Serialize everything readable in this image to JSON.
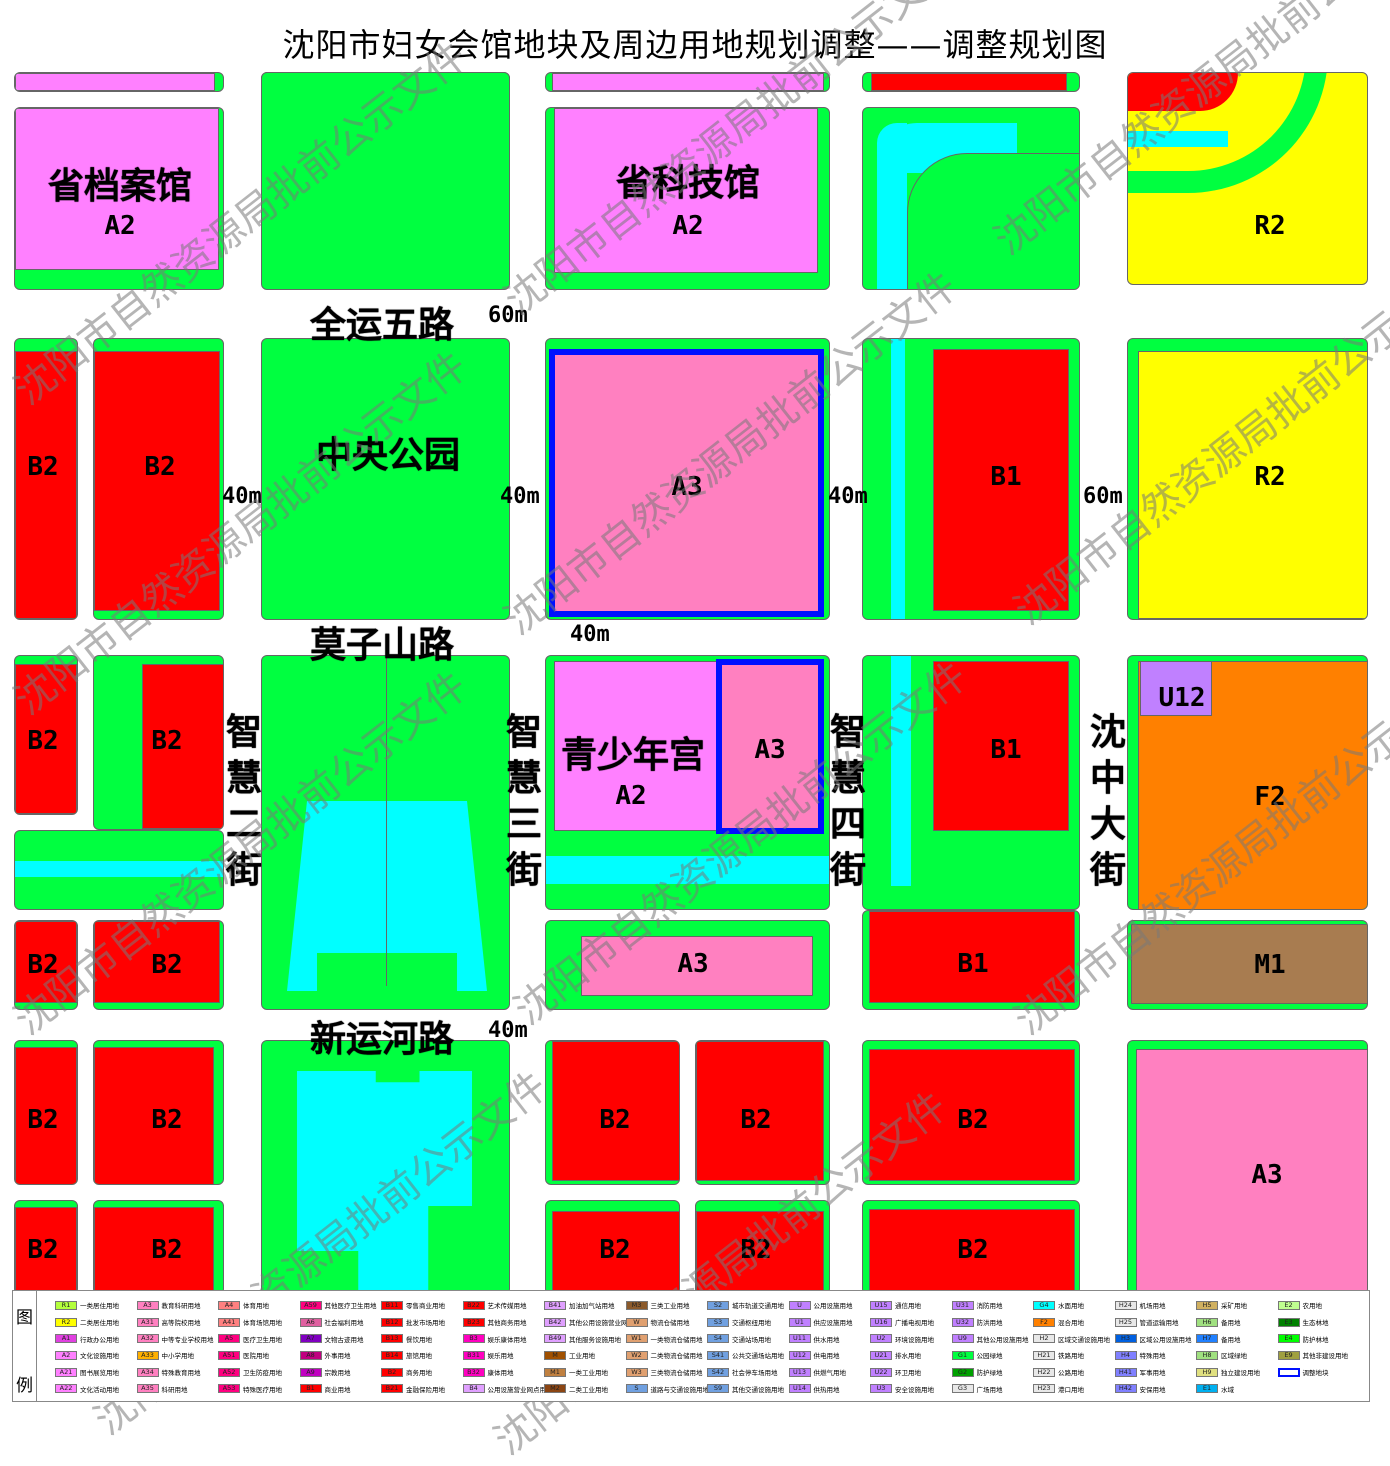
{
  "title": "沈阳市妇女会馆地块及周边用地规划调整——调整规划图",
  "watermark": "沈阳市自然资源局批前公示文件",
  "roads": {
    "quanyun5": "全运五路",
    "mozishan": "莫子山路",
    "xinyunhe": "新运河路",
    "zhihui2": "智慧二街",
    "zhihui3": "智慧三街",
    "zhihui4": "智慧四街",
    "shenzhong": "沈中大街"
  },
  "widths": {
    "quanyun5": "60m",
    "mozishan": "40m",
    "xinyunhe": "40m",
    "zhihui2": "40m",
    "zhihui3": "40m",
    "zhihui4": "40m",
    "shenzhong": "60m"
  },
  "places": {
    "archives": "省档案馆",
    "science": "省科技馆",
    "park": "中央公园",
    "youth": "青少年宫"
  },
  "codes": {
    "a2": "A2",
    "a3": "A3",
    "b1": "B1",
    "b2": "B2",
    "r2": "R2",
    "u12": "U12",
    "f2": "F2",
    "m1": "M1"
  },
  "legend": {
    "title_top": "图",
    "title_bottom": "例",
    "items": [
      {
        "code": "R1",
        "label": "一类居住用地",
        "color": "#b4ff3c"
      },
      {
        "code": "R2",
        "label": "二类居住用地",
        "color": "#ffff00"
      },
      {
        "code": "A1",
        "label": "行政办公用地",
        "color": "#e040e0"
      },
      {
        "code": "A2",
        "label": "文化设施用地",
        "color": "#ff80ff"
      },
      {
        "code": "A21",
        "label": "图书展览用地",
        "color": "#ff80ff"
      },
      {
        "code": "A22",
        "label": "文化活动用地",
        "color": "#ff80ff"
      },
      {
        "code": "A3",
        "label": "教育科研用地",
        "color": "#ff80c0"
      },
      {
        "code": "A31",
        "label": "高等院校用地",
        "color": "#ff80c0"
      },
      {
        "code": "A32",
        "label": "中等专业学校用地",
        "color": "#ff80c0"
      },
      {
        "code": "A33",
        "label": "中小学用地",
        "color": "#ffb000"
      },
      {
        "code": "A34",
        "label": "特殊教育用地",
        "color": "#ff80c0"
      },
      {
        "code": "A35",
        "label": "科研用地",
        "color": "#ff80c0"
      },
      {
        "code": "A4",
        "label": "体育用地",
        "color": "#ff8080"
      },
      {
        "code": "A41",
        "label": "体育场馆用地",
        "color": "#ff8080"
      },
      {
        "code": "A5",
        "label": "医疗卫生用地",
        "color": "#ff0080"
      },
      {
        "code": "A51",
        "label": "医院用地",
        "color": "#ff0080"
      },
      {
        "code": "A52",
        "label": "卫生防疫用地",
        "color": "#ff0080"
      },
      {
        "code": "A53",
        "label": "特殊医疗用地",
        "color": "#ff0080"
      },
      {
        "code": "A59",
        "label": "其他医疗卫生用地",
        "color": "#ff0080"
      },
      {
        "code": "A6",
        "label": "社会福利用地",
        "color": "#e060a0"
      },
      {
        "code": "A7",
        "label": "文物古迹用地",
        "color": "#8000c0"
      },
      {
        "code": "A8",
        "label": "外事用地",
        "color": "#c00080"
      },
      {
        "code": "A9",
        "label": "宗教用地",
        "color": "#c000c0"
      },
      {
        "code": "B1",
        "label": "商业用地",
        "color": "#ff0000"
      },
      {
        "code": "B11",
        "label": "零售商业用地",
        "color": "#ff0000"
      },
      {
        "code": "B12",
        "label": "批发市场用地",
        "color": "#ff0000"
      },
      {
        "code": "B13",
        "label": "餐饮用地",
        "color": "#ff0000"
      },
      {
        "code": "B14",
        "label": "旅馆用地",
        "color": "#ff0000"
      },
      {
        "code": "B2",
        "label": "商务用地",
        "color": "#ff0000"
      },
      {
        "code": "B21",
        "label": "金融保险用地",
        "color": "#ff0000"
      },
      {
        "code": "B22",
        "label": "艺术传媒用地",
        "color": "#ff0000"
      },
      {
        "code": "B23",
        "label": "其他商务用地",
        "color": "#ff0000"
      },
      {
        "code": "B3",
        "label": "娱乐康体用地",
        "color": "#ff00c0"
      },
      {
        "code": "B31",
        "label": "娱乐用地",
        "color": "#ff00c0"
      },
      {
        "code": "B32",
        "label": "康体用地",
        "color": "#ff00c0"
      },
      {
        "code": "B4",
        "label": "公用设施营业网点用地",
        "color": "#e0a0ff"
      },
      {
        "code": "B41",
        "label": "加油加气站用地",
        "color": "#e0a0ff"
      },
      {
        "code": "B42",
        "label": "其他公用设施营业网点用地",
        "color": "#e0a0ff"
      },
      {
        "code": "B49",
        "label": "其他服务设施用地",
        "color": "#e0a0ff"
      },
      {
        "code": "M",
        "label": "工业用地",
        "color": "#a05000"
      },
      {
        "code": "M1",
        "label": "一类工业用地",
        "color": "#c08040"
      },
      {
        "code": "M2",
        "label": "二类工业用地",
        "color": "#8b4513"
      },
      {
        "code": "M3",
        "label": "三类工业用地",
        "color": "#8b5a2b"
      },
      {
        "code": "W",
        "label": "物流仓储用地",
        "color": "#e0a070"
      },
      {
        "code": "W1",
        "label": "一类物流仓储用地",
        "color": "#e0a070"
      },
      {
        "code": "W2",
        "label": "二类物流仓储用地",
        "color": "#e0a070"
      },
      {
        "code": "W3",
        "label": "三类物流仓储用地",
        "color": "#e0a070"
      },
      {
        "code": "S",
        "label": "道路与交通设施用地",
        "color": "#70a0e0"
      },
      {
        "code": "S2",
        "label": "城市轨道交通用地",
        "color": "#70a0e0"
      },
      {
        "code": "S3",
        "label": "交通枢纽用地",
        "color": "#70a0e0"
      },
      {
        "code": "S4",
        "label": "交通站场用地",
        "color": "#70a0e0"
      },
      {
        "code": "S41",
        "label": "公共交通场站用地",
        "color": "#70a0e0"
      },
      {
        "code": "S42",
        "label": "社会停车场用地",
        "color": "#70a0e0"
      },
      {
        "code": "S9",
        "label": "其他交通设施用地",
        "color": "#70a0e0"
      },
      {
        "code": "U",
        "label": "公用设施用地",
        "color": "#c080ff"
      },
      {
        "code": "U1",
        "label": "供应设施用地",
        "color": "#c080ff"
      },
      {
        "code": "U11",
        "label": "供水用地",
        "color": "#c080ff"
      },
      {
        "code": "U12",
        "label": "供电用地",
        "color": "#c080ff"
      },
      {
        "code": "U13",
        "label": "供燃气用地",
        "color": "#c080ff"
      },
      {
        "code": "U14",
        "label": "供热用地",
        "color": "#c080ff"
      },
      {
        "code": "U15",
        "label": "通信用地",
        "color": "#c080ff"
      },
      {
        "code": "U16",
        "label": "广播电视用地",
        "color": "#c080ff"
      },
      {
        "code": "U2",
        "label": "环境设施用地",
        "color": "#c080ff"
      },
      {
        "code": "U21",
        "label": "排水用地",
        "color": "#c080ff"
      },
      {
        "code": "U22",
        "label": "环卫用地",
        "color": "#c080ff"
      },
      {
        "code": "U3",
        "label": "安全设施用地",
        "color": "#c080ff"
      },
      {
        "code": "U31",
        "label": "消防用地",
        "color": "#c080ff"
      },
      {
        "code": "U32",
        "label": "防洪用地",
        "color": "#c080ff"
      },
      {
        "code": "U9",
        "label": "其他公用设施用地",
        "color": "#c080ff"
      },
      {
        "code": "G1",
        "label": "公园绿地",
        "color": "#00ff40"
      },
      {
        "code": "G2",
        "label": "防护绿地",
        "color": "#00a000"
      },
      {
        "code": "G3",
        "label": "广场用地",
        "color": "#e8e8e8"
      },
      {
        "code": "G4",
        "label": "水面用地",
        "color": "#00ffff"
      },
      {
        "code": "F2",
        "label": "混合用地",
        "color": "#ff8000"
      },
      {
        "code": "H2",
        "label": "区域交通设施用地",
        "color": "#e8e8e8"
      },
      {
        "code": "H21",
        "label": "铁路用地",
        "color": "#e8e8e8"
      },
      {
        "code": "H22",
        "label": "公路用地",
        "color": "#e8e8e8"
      },
      {
        "code": "H23",
        "label": "港口用地",
        "color": "#e8e8e8"
      },
      {
        "code": "H24",
        "label": "机场用地",
        "color": "#e8e8e8"
      },
      {
        "code": "H25",
        "label": "管道运输用地",
        "color": "#e8e8e8"
      },
      {
        "code": "H3",
        "label": "区域公用设施用地",
        "color": "#0060e0"
      },
      {
        "code": "H4",
        "label": "特殊用地",
        "color": "#8080ff"
      },
      {
        "code": "H41",
        "label": "军事用地",
        "color": "#8080ff"
      },
      {
        "code": "H42",
        "label": "安保用地",
        "color": "#8080ff"
      },
      {
        "code": "H5",
        "label": "采矿用地",
        "color": "#d0b060"
      },
      {
        "code": "H6",
        "label": "备用地",
        "color": "#a0e080"
      },
      {
        "code": "H7",
        "label": "备用地",
        "color": "#2080ff"
      },
      {
        "code": "H8",
        "label": "区域绿地",
        "color": "#a0e080"
      },
      {
        "code": "H9",
        "label": "独立建设用地",
        "color": "#e0e080"
      },
      {
        "code": "E1",
        "label": "水域",
        "color": "#00b0f0"
      },
      {
        "code": "E2",
        "label": "农用地",
        "color": "#c0ff90"
      },
      {
        "code": "E3",
        "label": "生态林地",
        "color": "#008000"
      },
      {
        "code": "E4",
        "label": "防护林地",
        "color": "#00ff00"
      },
      {
        "code": "E9",
        "label": "其他非建设用地",
        "color": "#a0a040"
      },
      {
        "code": "",
        "label": "调整地块",
        "color": "#ffffff"
      }
    ]
  }
}
